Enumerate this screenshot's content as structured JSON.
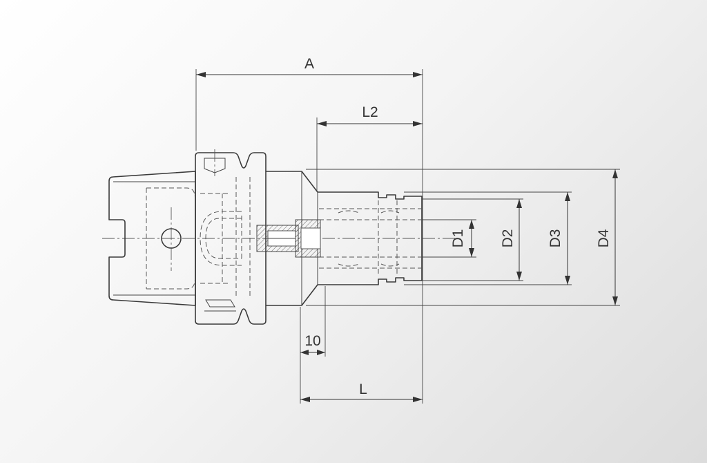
{
  "dimensions": {
    "A": "A",
    "L2": "L2",
    "D1": "D1",
    "D2": "D2",
    "D3": "D3",
    "D4": "D4",
    "L": "L",
    "offset": "10"
  },
  "colors": {
    "background_light": "#ffffff",
    "background_dark": "#dcdcdc",
    "line": "#3a3a3a"
  }
}
